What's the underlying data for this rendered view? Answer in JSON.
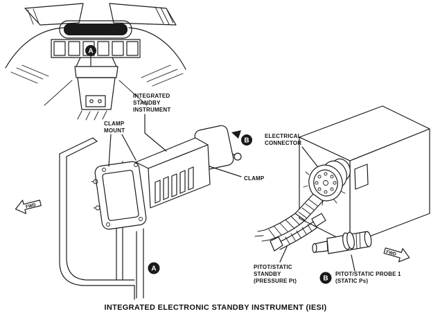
{
  "caption": "INTEGRATED ELECTRONIC STANDBY INSTRUMENT (IESI)",
  "markers": {
    "a": "A",
    "b": "B"
  },
  "fwd": "FWD",
  "labels": {
    "isi": [
      "INTEGRATED",
      "STANDBY",
      "INSTRUMENT"
    ],
    "clamp_mount": [
      "CLAMP",
      "MOUNT"
    ],
    "clamp": "CLAMP",
    "electrical_connector": [
      "ELECTRICAL",
      "CONNECTOR"
    ],
    "pitot_static_standby": [
      "PITOT/STATIC",
      "STANDBY",
      "(PRESSURE Pt)"
    ],
    "pitot_static_probe1": [
      "PITOT/STATIC PROBE 1",
      "(STATIC Ps)"
    ]
  },
  "colors": {
    "line": "#1a1a1a",
    "background": "#ffffff"
  }
}
